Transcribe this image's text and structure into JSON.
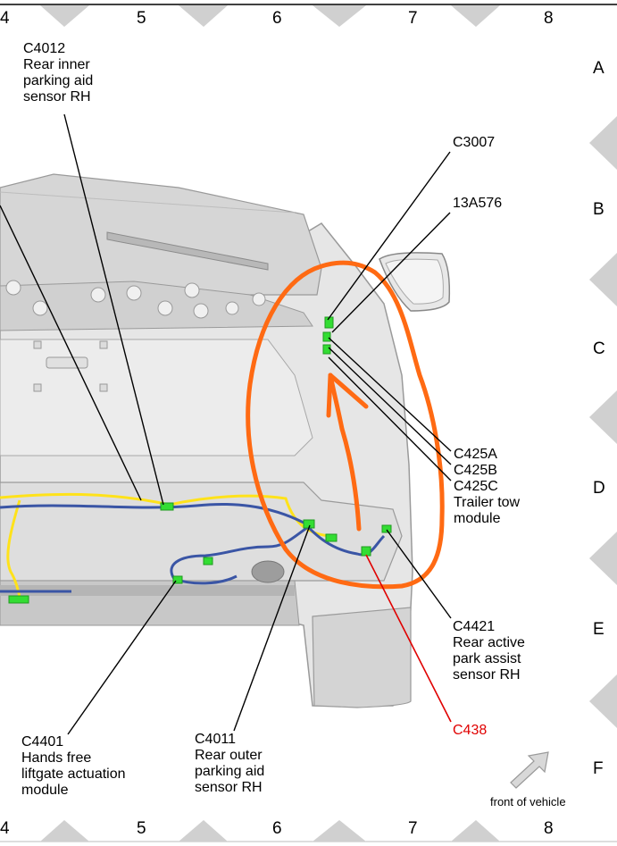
{
  "grid": {
    "columns": [
      "4",
      "5",
      "6",
      "7",
      "8"
    ],
    "rows": [
      "A",
      "B",
      "C",
      "D",
      "E",
      "F"
    ]
  },
  "callouts": {
    "c4012": [
      "C4012",
      "Rear inner",
      "parking aid",
      "sensor RH"
    ],
    "c3007": [
      "C3007"
    ],
    "p13a576": [
      "13A576"
    ],
    "c425": [
      "C425A",
      "C425B",
      "C425C",
      "Trailer tow",
      "module"
    ],
    "c4421": [
      "C4421",
      "Rear active",
      "park assist",
      "sensor RH"
    ],
    "c438": [
      "C438"
    ],
    "c4401": [
      "C4401",
      "Hands free",
      "liftgate actuation",
      "module"
    ],
    "c4011": [
      "C4011",
      "Rear outer",
      "parking aid",
      "sensor RH"
    ]
  },
  "front_label": "front of vehicle",
  "colors": {
    "highlight_circle": "#ff6a13",
    "connector": "#33dd33",
    "harness_blue": "#3a55a5",
    "harness_yellow": "#ffe21a",
    "c438_text": "#e00000"
  }
}
